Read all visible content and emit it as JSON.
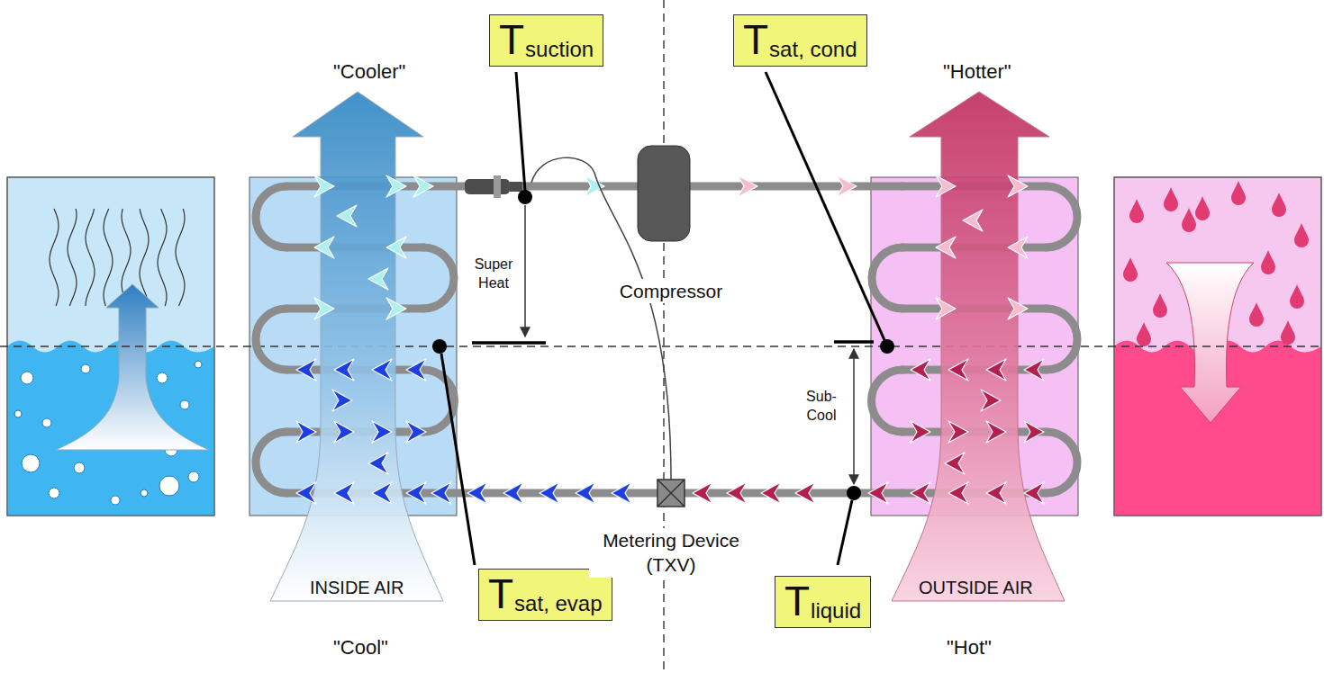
{
  "diagram": {
    "nodes": [
      {
        "text": [
          "T",
          "suction"
        ]
      },
      {
        "text": [
          "T",
          "sat, cond"
        ]
      },
      {
        "text": [
          "Compressor"
        ]
      },
      {
        "text": [
          "T",
          "sat, evap"
        ]
      },
      {
        "text": [
          "Metering Device (TXV)"
        ]
      },
      {
        "text": [
          "T",
          "liquid"
        ]
      }
    ],
    "labels": [
      "\"Cooler\"",
      "\"Hotter\"",
      "Super Heat",
      "Sub-Cool",
      "INSIDE AIR",
      "\"Cool\"",
      "OUTSIDE AIR",
      "\"Hot\""
    ]
  }
}
